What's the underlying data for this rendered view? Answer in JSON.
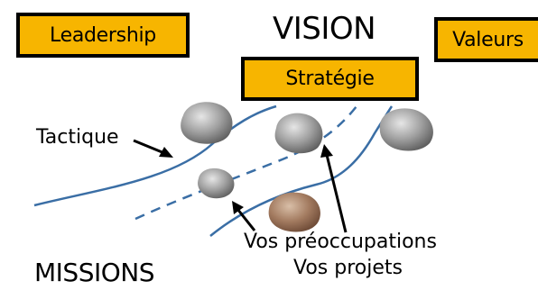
{
  "boxes": {
    "leadership": "Leadership",
    "valeurs": "Valeurs",
    "strategie": "Stratégie"
  },
  "labels": {
    "vision": "VISION",
    "tactique": "Tactique",
    "missions": "MISSIONS",
    "preoccupations": "Vos préoccupations",
    "projets": "Vos projets"
  },
  "colors": {
    "box_fill": "#f7b500",
    "box_border": "#000000",
    "path_line": "#3a6ea5",
    "stone_grey": "#9a9a9a",
    "stone_brown": "#a8826a"
  }
}
